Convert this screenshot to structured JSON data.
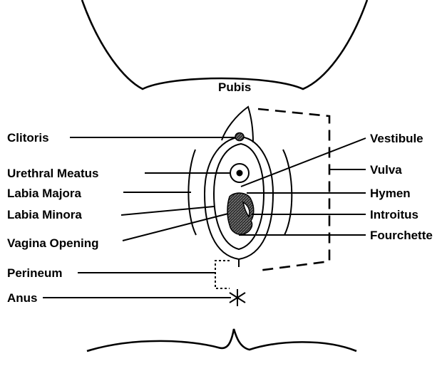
{
  "labels": {
    "pubis": "Pubis",
    "clitoris": "Clitoris",
    "urethral_meatus": "Urethral Meatus",
    "labia_majora": "Labia Majora",
    "labia_minora": "Labia Minora",
    "vagina_opening": "Vagina Opening",
    "perineum": "Perineum",
    "anus": "Anus",
    "vestibule": "Vestibule",
    "vulva": "Vulva",
    "hymen": "Hymen",
    "introitus": "Introitus",
    "fourchette": "Fourchette"
  },
  "colors": {
    "stroke": "#000000",
    "background": "#ffffff",
    "hymen_fill": "#3a3a3a"
  }
}
